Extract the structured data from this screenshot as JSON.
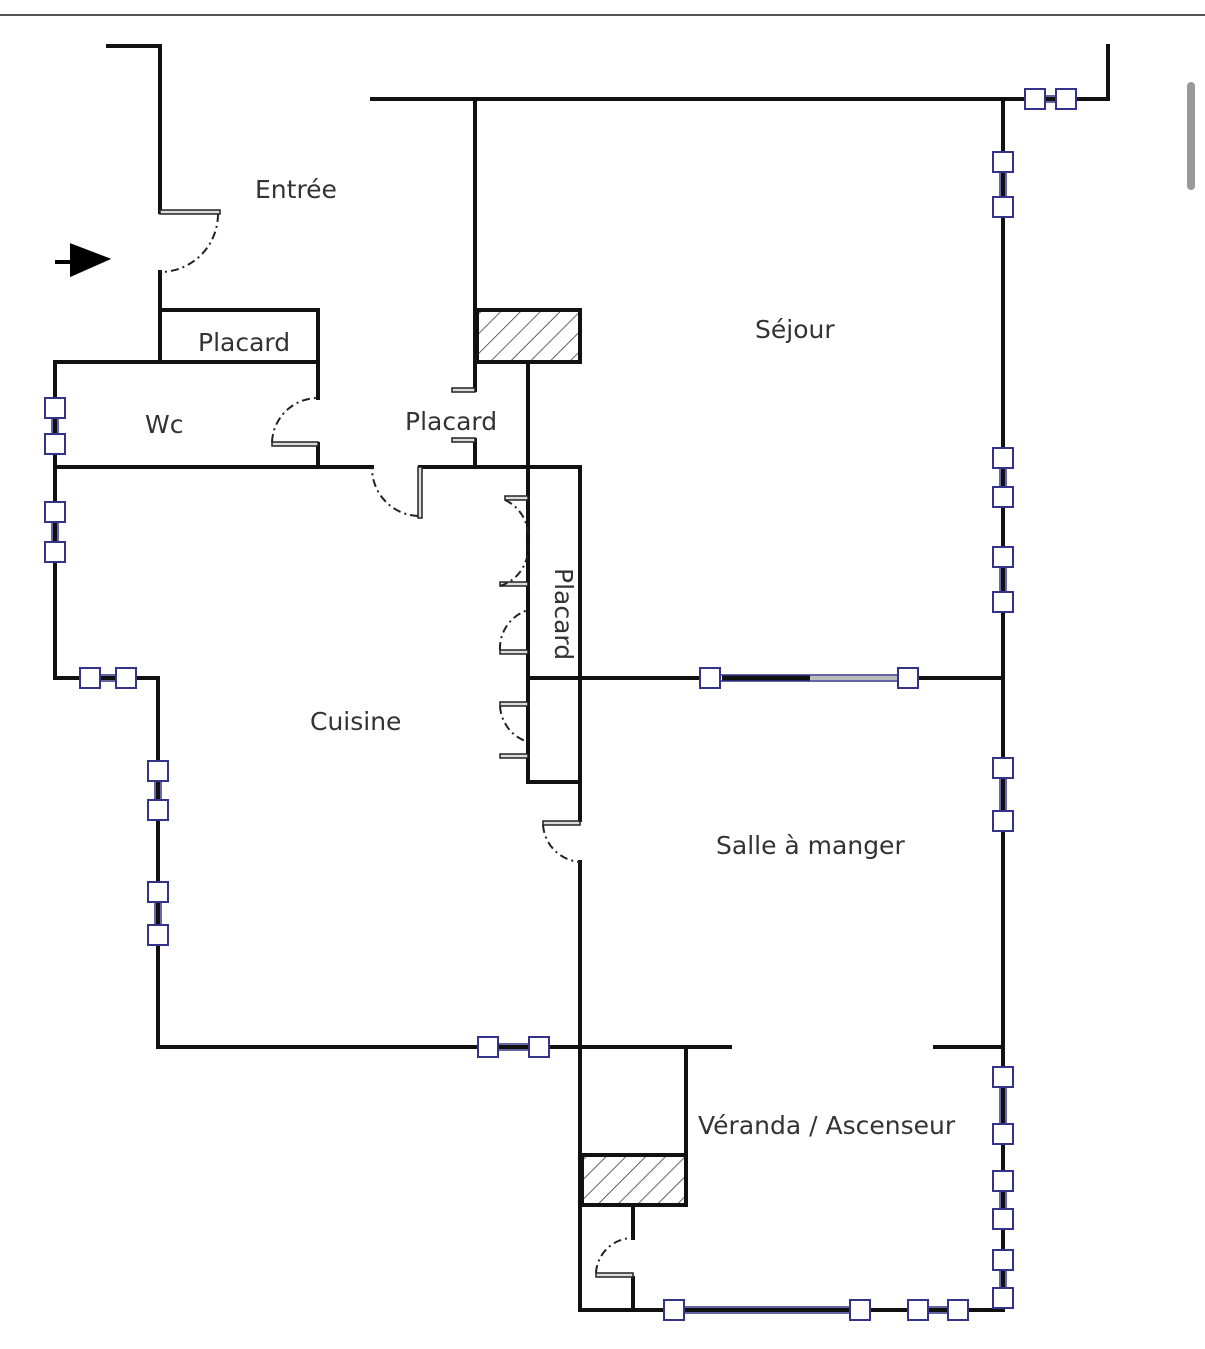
{
  "plan": {
    "rooms": {
      "entree": "Entrée",
      "placard_entree": "Placard",
      "wc": "Wc",
      "placard_center": "Placard",
      "sejour": "Séjour",
      "placard_vertical": "Placard",
      "cuisine": "Cuisine",
      "salle_a_manger": "Salle à manger",
      "veranda": "Véranda / Ascenseur"
    },
    "entry_marker": "arrow-right-icon",
    "colors": {
      "wall": "#111111",
      "window": "#33338a"
    }
  }
}
